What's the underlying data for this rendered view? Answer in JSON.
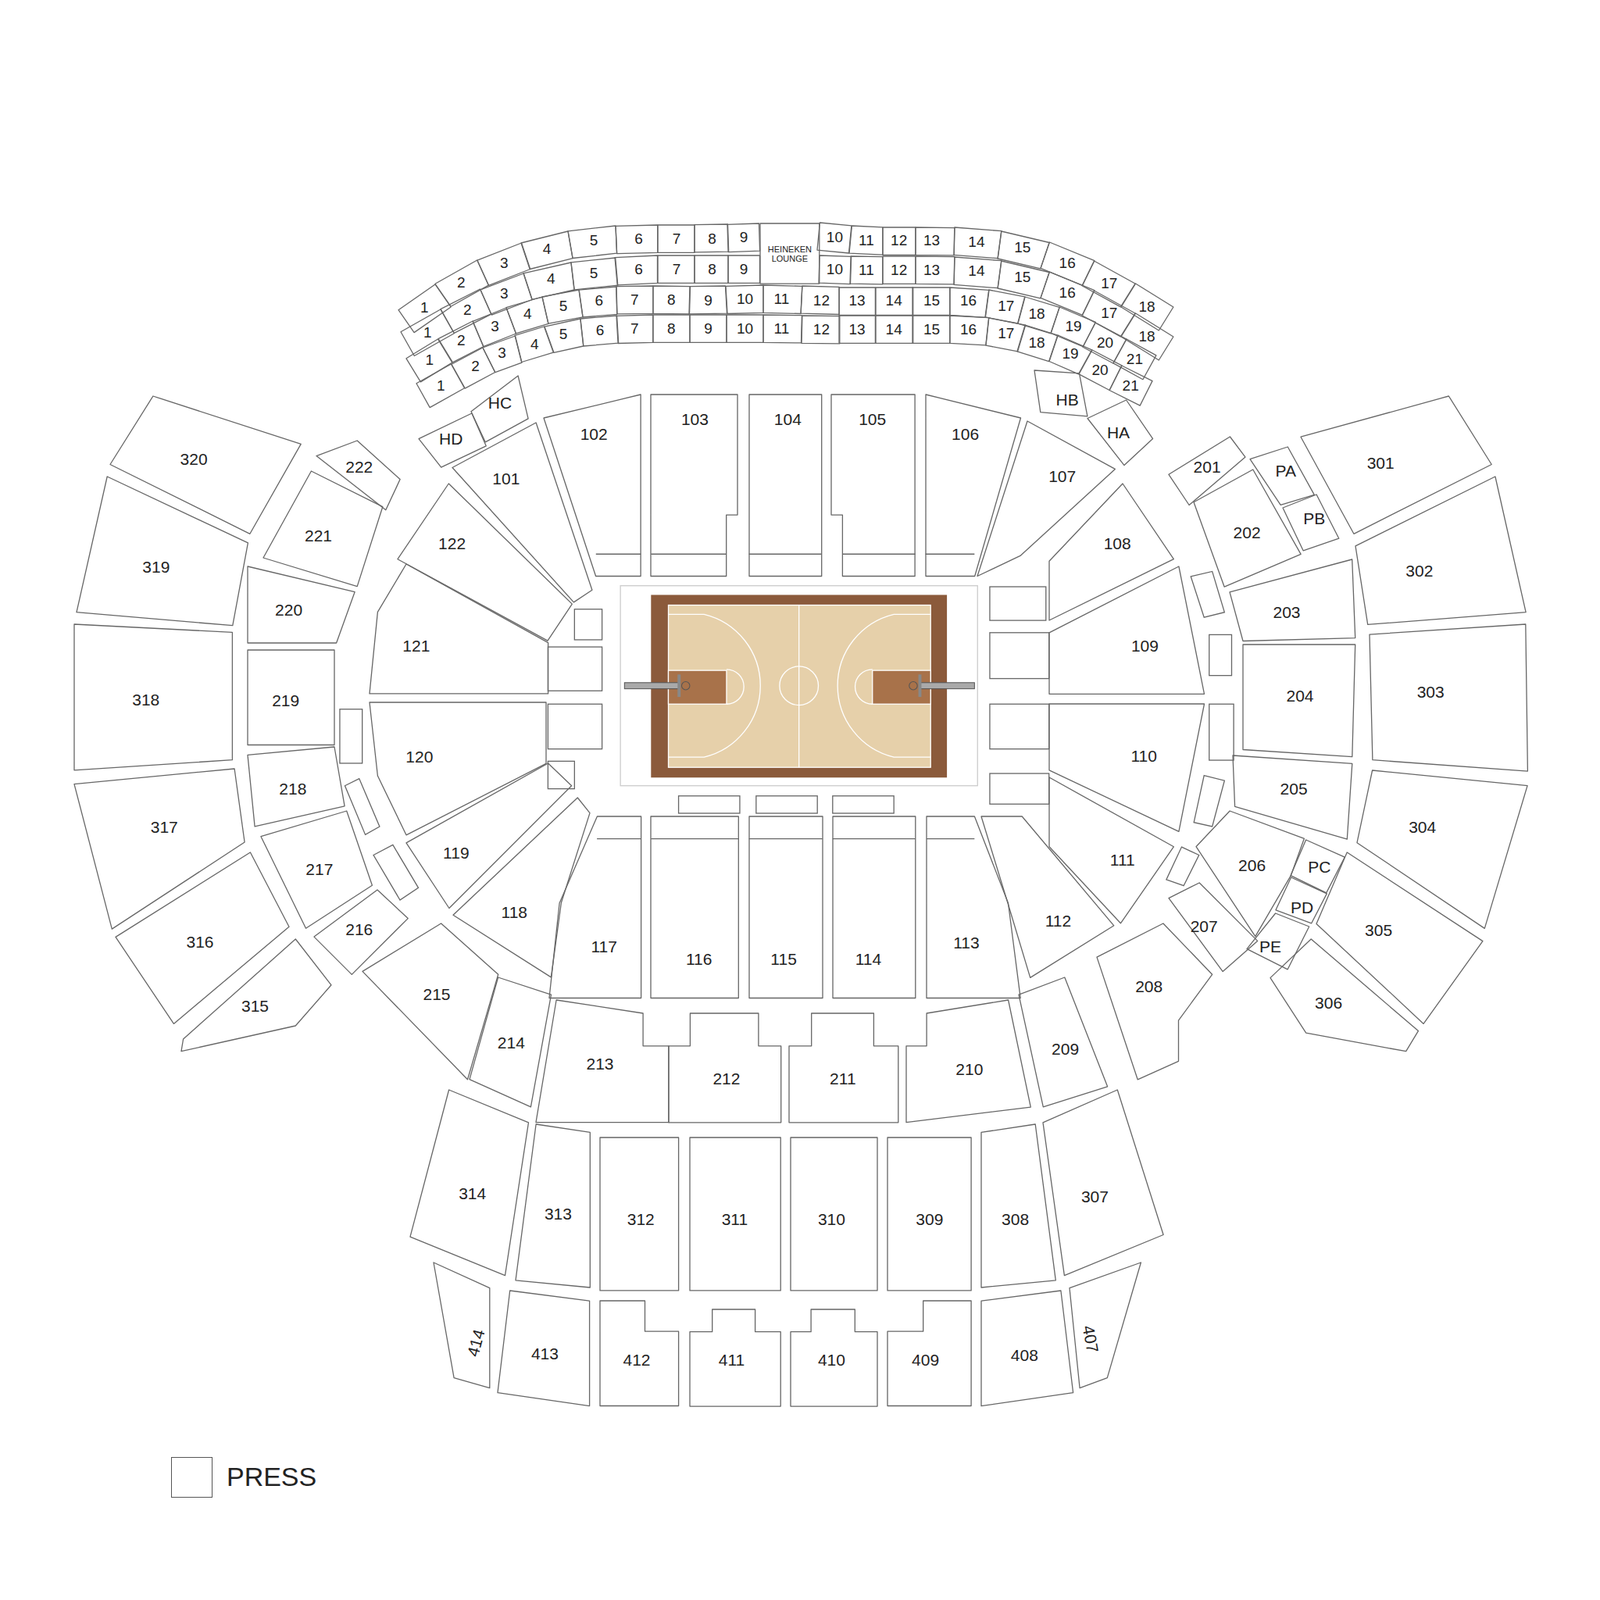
{
  "diagram": {
    "nodes": [
      {
        "text": [
          "1"
        ]
      },
      {
        "text": [
          "2"
        ]
      },
      {
        "text": [
          "3"
        ]
      },
      {
        "text": [
          "4"
        ]
      },
      {
        "text": [
          "5"
        ]
      },
      {
        "text": [
          "6"
        ]
      },
      {
        "text": [
          "7"
        ]
      },
      {
        "text": [
          "8"
        ]
      },
      {
        "text": [
          "9"
        ]
      },
      {
        "text": [
          "HEINEKEN LOUNGE"
        ]
      },
      {
        "text": [
          "10"
        ]
      },
      {
        "text": [
          "11"
        ]
      },
      {
        "text": [
          "12"
        ]
      },
      {
        "text": [
          "13"
        ]
      },
      {
        "text": [
          "14"
        ]
      },
      {
        "text": [
          "15"
        ]
      },
      {
        "text": [
          "16"
        ]
      },
      {
        "text": [
          "17"
        ]
      },
      {
        "text": [
          "18"
        ]
      },
      {
        "text": [
          "1"
        ]
      },
      {
        "text": [
          "2"
        ]
      },
      {
        "text": [
          "3"
        ]
      },
      {
        "text": [
          "4"
        ]
      },
      {
        "text": [
          "5"
        ]
      },
      {
        "text": [
          "6"
        ]
      },
      {
        "text": [
          "7"
        ]
      },
      {
        "text": [
          "8"
        ]
      },
      {
        "text": [
          "9"
        ]
      },
      {
        "text": [
          "10"
        ]
      },
      {
        "text": [
          "11"
        ]
      },
      {
        "text": [
          "12"
        ]
      },
      {
        "text": [
          "13"
        ]
      },
      {
        "text": [
          "14"
        ]
      },
      {
        "text": [
          "15"
        ]
      },
      {
        "text": [
          "16"
        ]
      },
      {
        "text": [
          "17"
        ]
      },
      {
        "text": [
          "18"
        ]
      },
      {
        "text": [
          "1"
        ]
      },
      {
        "text": [
          "2"
        ]
      },
      {
        "text": [
          "3"
        ]
      },
      {
        "text": [
          "4"
        ]
      },
      {
        "text": [
          "5"
        ]
      },
      {
        "text": [
          "6"
        ]
      },
      {
        "text": [
          "7"
        ]
      },
      {
        "text": [
          "8"
        ]
      },
      {
        "text": [
          "9"
        ]
      },
      {
        "text": [
          "10"
        ]
      },
      {
        "text": [
          "11"
        ]
      },
      {
        "text": [
          "12"
        ]
      },
      {
        "text": [
          "13"
        ]
      },
      {
        "text": [
          "14"
        ]
      },
      {
        "text": [
          "15"
        ]
      },
      {
        "text": [
          "16"
        ]
      },
      {
        "text": [
          "17"
        ]
      },
      {
        "text": [
          "18"
        ]
      },
      {
        "text": [
          "19"
        ]
      },
      {
        "text": [
          "20"
        ]
      },
      {
        "text": [
          "21"
        ]
      },
      {
        "text": [
          "1"
        ]
      },
      {
        "text": [
          "2"
        ]
      },
      {
        "text": [
          "3"
        ]
      },
      {
        "text": [
          "4"
        ]
      },
      {
        "text": [
          "5"
        ]
      },
      {
        "text": [
          "6"
        ]
      },
      {
        "text": [
          "7"
        ]
      },
      {
        "text": [
          "8"
        ]
      },
      {
        "text": [
          "9"
        ]
      },
      {
        "text": [
          "10"
        ]
      },
      {
        "text": [
          "11"
        ]
      },
      {
        "text": [
          "12"
        ]
      },
      {
        "text": [
          "13"
        ]
      },
      {
        "text": [
          "14"
        ]
      },
      {
        "text": [
          "15"
        ]
      },
      {
        "text": [
          "16"
        ]
      },
      {
        "text": [
          "17"
        ]
      },
      {
        "text": [
          "18"
        ]
      },
      {
        "text": [
          "19"
        ]
      },
      {
        "text": [
          "20"
        ]
      },
      {
        "text": [
          "21"
        ]
      },
      {
        "text": [
          "HD"
        ]
      },
      {
        "text": [
          "HC"
        ]
      },
      {
        "text": [
          "HB"
        ]
      },
      {
        "text": [
          "HA"
        ]
      },
      {
        "text": [
          "320"
        ]
      },
      {
        "text": [
          "222"
        ]
      },
      {
        "text": [
          "101"
        ]
      },
      {
        "text": [
          "102"
        ]
      },
      {
        "text": [
          "103"
        ]
      },
      {
        "text": [
          "104"
        ]
      },
      {
        "text": [
          "105"
        ]
      },
      {
        "text": [
          "106"
        ]
      },
      {
        "text": [
          "107"
        ]
      },
      {
        "text": [
          "201"
        ]
      },
      {
        "text": [
          "PA"
        ]
      },
      {
        "text": [
          "301"
        ]
      },
      {
        "text": [
          "221"
        ]
      },
      {
        "text": [
          "122"
        ]
      },
      {
        "text": [
          "108"
        ]
      },
      {
        "text": [
          "202"
        ]
      },
      {
        "text": [
          "PB"
        ]
      },
      {
        "text": [
          "319"
        ]
      },
      {
        "text": [
          "220"
        ]
      },
      {
        "text": [
          "121"
        ]
      },
      {
        "text": [
          "109"
        ]
      },
      {
        "text": [
          "203"
        ]
      },
      {
        "text": [
          "302"
        ]
      },
      {
        "text": [
          "318"
        ]
      },
      {
        "text": [
          "219"
        ]
      },
      {
        "text": [
          "120"
        ]
      },
      {
        "text": [
          "110"
        ]
      },
      {
        "text": [
          "204"
        ]
      },
      {
        "text": [
          "303"
        ]
      },
      {
        "text": [
          "218"
        ]
      },
      {
        "text": [
          "205"
        ]
      },
      {
        "text": [
          "317"
        ]
      },
      {
        "text": [
          "119"
        ]
      },
      {
        "text": [
          "111"
        ]
      },
      {
        "text": [
          "206"
        ]
      },
      {
        "text": [
          "PC"
        ]
      },
      {
        "text": [
          "304"
        ]
      },
      {
        "text": [
          "217"
        ]
      },
      {
        "text": [
          "118"
        ]
      },
      {
        "text": [
          "117"
        ]
      },
      {
        "text": [
          "116"
        ]
      },
      {
        "text": [
          "115"
        ]
      },
      {
        "text": [
          "114"
        ]
      },
      {
        "text": [
          "113"
        ]
      },
      {
        "text": [
          "112"
        ]
      },
      {
        "text": [
          "207"
        ]
      },
      {
        "text": [
          "PD"
        ]
      },
      {
        "text": [
          "216"
        ]
      },
      {
        "text": [
          "PE"
        ]
      },
      {
        "text": [
          "316"
        ]
      },
      {
        "text": [
          "305"
        ]
      },
      {
        "text": [
          "215"
        ]
      },
      {
        "text": [
          "208"
        ]
      },
      {
        "text": [
          "315"
        ]
      },
      {
        "text": [
          "306"
        ]
      },
      {
        "text": [
          "214"
        ]
      },
      {
        "text": [
          "213"
        ]
      },
      {
        "text": [
          "212"
        ]
      },
      {
        "text": [
          "211"
        ]
      },
      {
        "text": [
          "210"
        ]
      },
      {
        "text": [
          "209"
        ]
      },
      {
        "text": [
          "314"
        ]
      },
      {
        "text": [
          "313"
        ]
      },
      {
        "text": [
          "312"
        ]
      },
      {
        "text": [
          "311"
        ]
      },
      {
        "text": [
          "310"
        ]
      },
      {
        "text": [
          "309"
        ]
      },
      {
        "text": [
          "308"
        ]
      },
      {
        "text": [
          "307"
        ]
      },
      {
        "text": [
          "414"
        ]
      },
      {
        "text": [
          "413"
        ]
      },
      {
        "text": [
          "412"
        ]
      },
      {
        "text": [
          "411"
        ]
      },
      {
        "text": [
          "410"
        ]
      },
      {
        "text": [
          "409"
        ]
      },
      {
        "text": [
          "408"
        ]
      },
      {
        "text": [
          "407"
        ]
      }
    ],
    "legend": [
      {
        "text": "PRESS",
        "color": "#ffffff"
      }
    ]
  }
}
